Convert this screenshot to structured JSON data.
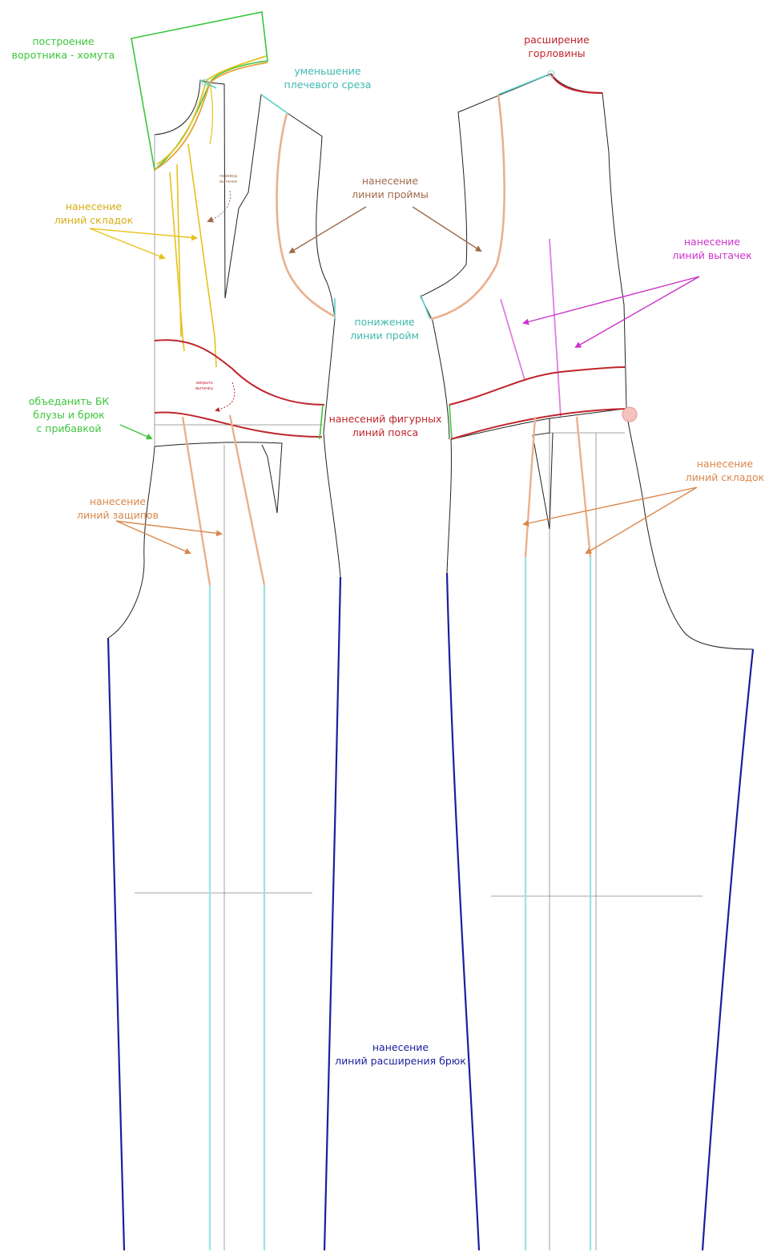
{
  "colors": {
    "outline": "#222222",
    "guide": "#777777",
    "green": "#3cc63c",
    "yellow": "#e6c21a",
    "orange": "#e8a23a",
    "cyan": "#58cfc8",
    "aqua": "#9fe3e3",
    "red": "#c0252c",
    "peach": "#eab08e",
    "brown": "#a06a4c",
    "magenta": "#cc33cc",
    "violet": "#e07ee0",
    "navy": "#1a1f9e",
    "pink": "#f5c2bd"
  },
  "labels": {
    "collar": [
      "построение",
      "воротника - хомута"
    ],
    "shoulder": [
      "уменьшение",
      "плечевого среза"
    ],
    "neckline": [
      "расширение",
      "горловины"
    ],
    "armhole": [
      "нанесение",
      "линии проймы"
    ],
    "darts": [
      "нанесение",
      "линий вытачек"
    ],
    "pleats_top": [
      "нанесение",
      "линий складок"
    ],
    "armhole_lower": [
      "понижение",
      "линии пройм"
    ],
    "join": [
      "объеданить БК",
      "блузы и брюк",
      "с прибавкой"
    ],
    "waist": [
      "нанесений фигурных",
      "линий пояса"
    ],
    "tucks": [
      "нанесение",
      "линий защипов"
    ],
    "pleats_right": [
      "нанесение",
      "линий складок"
    ],
    "trousers": [
      "нанесение",
      "линий расширения брюк"
    ],
    "close_dart": [
      "закрыть",
      "вытачку"
    ],
    "transfer": [
      "перевод",
      "вытачки"
    ]
  }
}
